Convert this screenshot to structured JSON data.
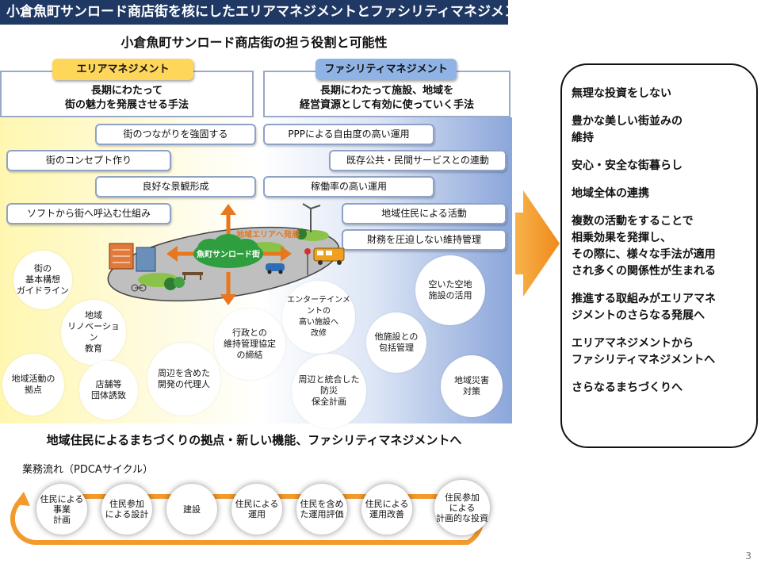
{
  "header": {
    "title": "小倉魚町サンロード商店街を核にしたエリアマネジメントとファシリティマネジメント"
  },
  "diagram": {
    "subtitle": "小倉魚町サンロード商店街の担う役割と可能性",
    "area_management": {
      "tag": "エリアマネジメント",
      "description": "長期にわたって\n街の魅力を発展させる手法",
      "items": [
        "街のつながりを強固する",
        "街のコンセプト作り",
        "良好な景観形成",
        "ソフトから街へ呼込む仕組み"
      ],
      "circles": [
        "街の\n基本構想\nガイドライン",
        "地域\nリノベーション\n教育",
        "地域活動の\n拠点",
        "店舗等\n団体誘致",
        "周辺を含めた\n開発の代理人"
      ]
    },
    "facility_management": {
      "tag": "ファシリティマネジメント",
      "description": "長期にわたって施設、地域を\n経営資源として有効に使っていく手法",
      "items": [
        "PPPによる自由度の高い運用",
        "既存公共・民間サービスとの連動",
        "稼働率の高い運用",
        "地域住民による活動",
        "財務を圧迫しない維持管理"
      ],
      "circles": [
        "行政との\n維持管理協定\nの締結",
        "エンターテインメントの\n高い施設へ\n改修",
        "空いた空地\n施設の活用",
        "他施設との\n包括管理",
        "周辺と統合した\n防災\n保全計画",
        "地域災害\n対策"
      ]
    },
    "center": {
      "label": "魚町サンロード街",
      "expansion": "地域エリアへ発展"
    },
    "outcomes": [
      "無理な投資をしない",
      "豊かな美しい街並みの\n維持",
      "安心・安全な街暮らし",
      "地域全体の連携",
      "複数の活動をすることで\n相乗効果を発揮し、\nその際に、様々な手法が適用\nされ多くの関係性が生まれる",
      "推進する取組みがエリアマネ\nジメントのさらなる発展へ",
      "エリアマネジメントから\nファシリティマネジメントへ",
      "さらなるまちづくりへ"
    ],
    "bottom_heading": "地域住民によるまちづくりの拠点・新しい機能、ファシリティマネジメントへ",
    "flow_label": "業務流れ（PDCAサイクル）",
    "flow_steps": [
      "住民による\n事業\n計画",
      "住民参加\nによる設計",
      "建設",
      "住民による\n運用",
      "住民を含め\nた運用評価",
      "住民による\n運用改善",
      "住民参加\nによる\n計画的な投資"
    ]
  },
  "footer": {
    "page_number": "3"
  },
  "colors": {
    "title_bg": "#1f3864",
    "area_tag": "#fdd65a",
    "facility_tag": "#8fb3e4",
    "arrow": "#f39a2c",
    "loop": "#f39a2c"
  }
}
